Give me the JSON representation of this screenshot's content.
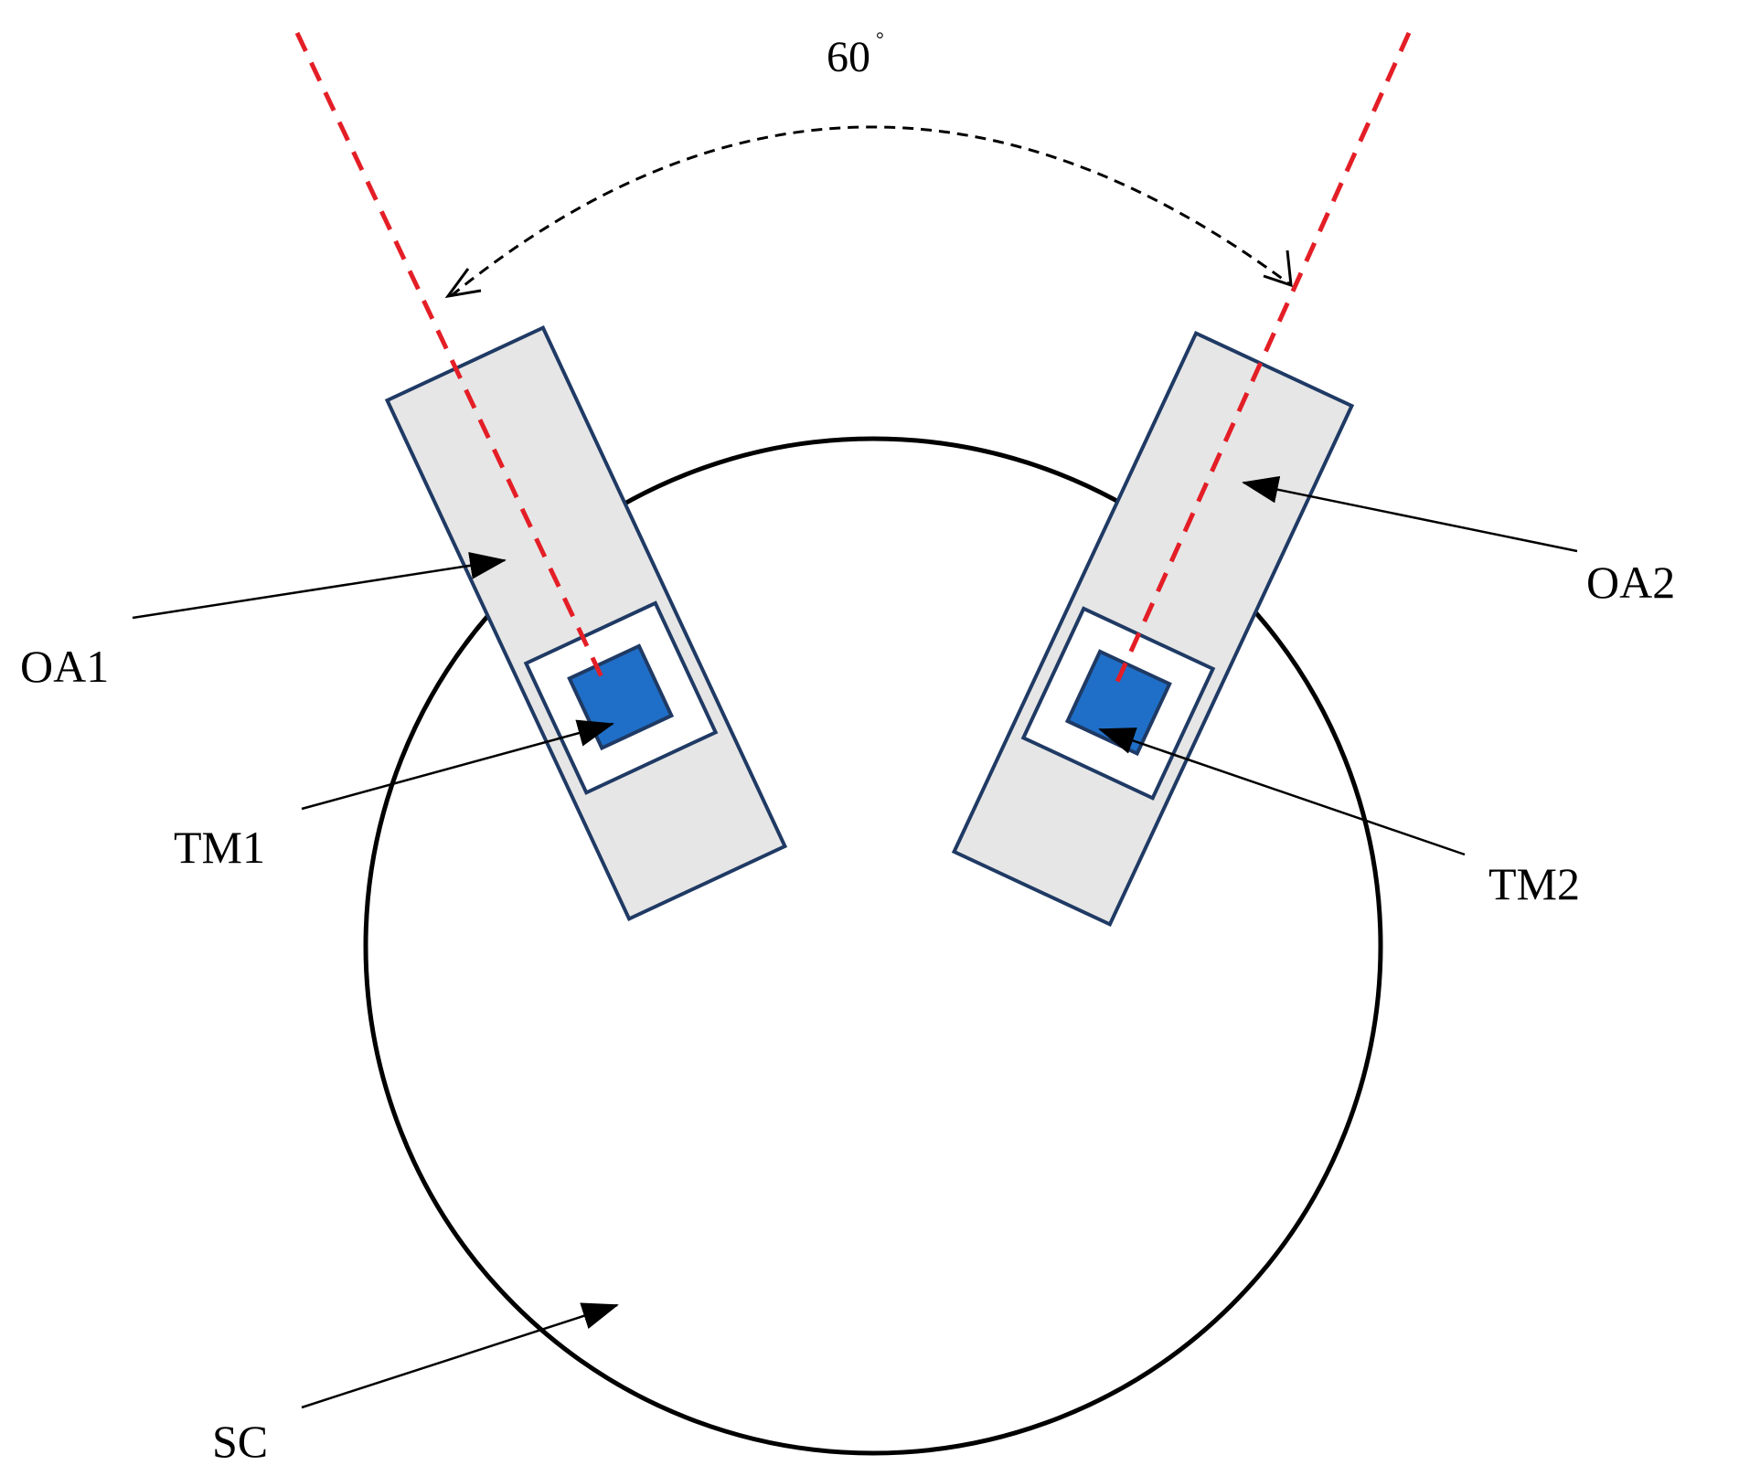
{
  "angle": {
    "value": "60",
    "unit": "°"
  },
  "labels": {
    "oa1": "OA1",
    "oa2": "OA2",
    "tm1": "TM1",
    "tm2": "TM2",
    "sc": "SC"
  },
  "colors": {
    "beam": "#e41e26",
    "housing_fill": "#e6e6e6",
    "housing_stroke": "#1f3a64",
    "test_mass_fill": "#1f6fc8",
    "outline": "#000000"
  }
}
